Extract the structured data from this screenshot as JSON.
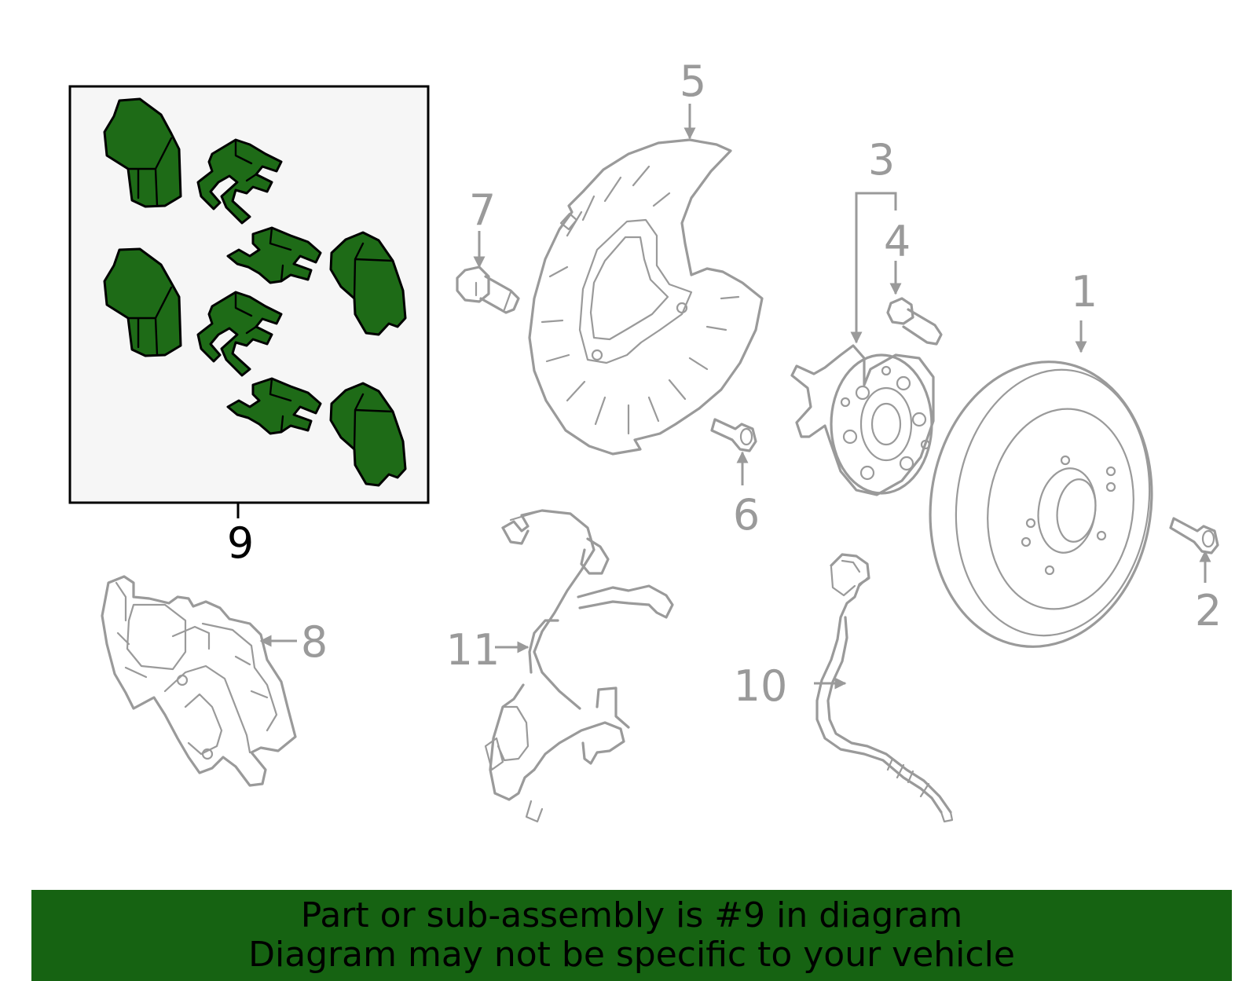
{
  "callouts": {
    "c1": "1",
    "c2": "2",
    "c3": "3",
    "c4": "4",
    "c5": "5",
    "c6": "6",
    "c7": "7",
    "c8": "8",
    "c9": "9",
    "c10": "10",
    "c11": "11"
  },
  "highlight_part": "9",
  "banner": {
    "line1": "Part or sub-assembly is #9 in diagram",
    "line2": "Diagram may not be specific to your vehicle"
  },
  "colors": {
    "banner_bg": "#166312",
    "highlight_fill": "#1e6b17",
    "outline_gray": "#9a9a9a",
    "box_bg": "#f6f6f6"
  },
  "icons": [
    "brake-pad-icon",
    "anti-rattle-clip-icon"
  ]
}
